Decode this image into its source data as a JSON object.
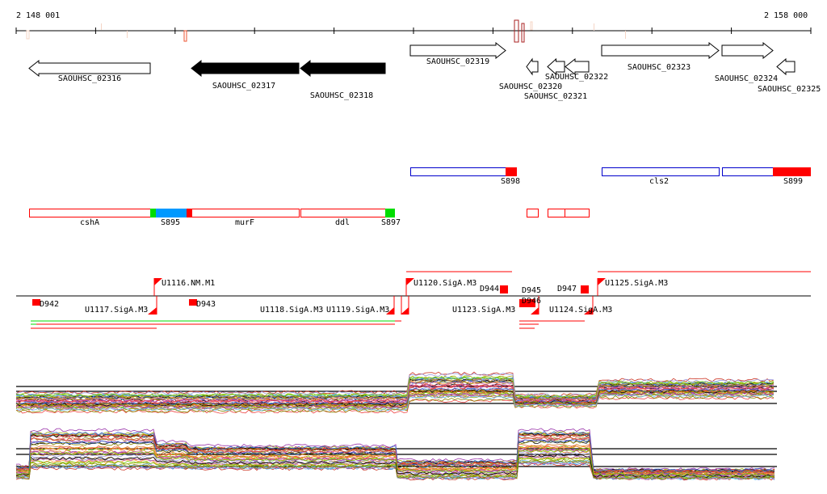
{
  "ruler": {
    "start_label": "2 148 001",
    "end_label": "2 158 000"
  },
  "genes": [
    {
      "name": "SAOUHSC_02316",
      "strand": "-",
      "filled": false
    },
    {
      "name": "SAOUHSC_02317",
      "strand": "-",
      "filled": true
    },
    {
      "name": "SAOUHSC_02318",
      "strand": "-",
      "filled": true
    },
    {
      "name": "SAOUHSC_02319",
      "strand": "+",
      "filled": false
    },
    {
      "name": "SAOUHSC_02320",
      "strand": "-",
      "filled": false
    },
    {
      "name": "SAOUHSC_02321",
      "strand": "-",
      "filled": false
    },
    {
      "name": "SAOUHSC_02322",
      "strand": "-",
      "filled": false
    },
    {
      "name": "SAOUHSC_02323",
      "strand": "+",
      "filled": false
    },
    {
      "name": "SAOUHSC_02324",
      "strand": "+",
      "filled": false
    },
    {
      "name": "SAOUHSC_02325",
      "strand": "-",
      "filled": false
    }
  ],
  "plus_features": {
    "s898": "S898",
    "cls2": "cls2",
    "s899": "S899"
  },
  "minus_features": {
    "csha": "cshA",
    "s895": "S895",
    "murf": "murF",
    "ddl": "ddl",
    "s897": "S897"
  },
  "annotations": {
    "d942": "D942",
    "u1116": "U1116.NM.M1",
    "u1117": "U1117.SigA.M3",
    "d943": "D943",
    "u1118": "U1118.SigA.M3",
    "u1119": "U1119.SigA.M3",
    "u1120": "U1120.SigA.M3",
    "d944": "D944",
    "u1123": "U1123.SigA.M3",
    "d945": "D945",
    "d946": "D946",
    "u1124": "U1124.SigA.M3",
    "d947": "D947",
    "u1125": "U1125.SigA.M3"
  },
  "colors": {
    "plus": "#0000cc",
    "minus": "#ff0000",
    "green": "#00dd00",
    "blue": "#0099ff"
  }
}
